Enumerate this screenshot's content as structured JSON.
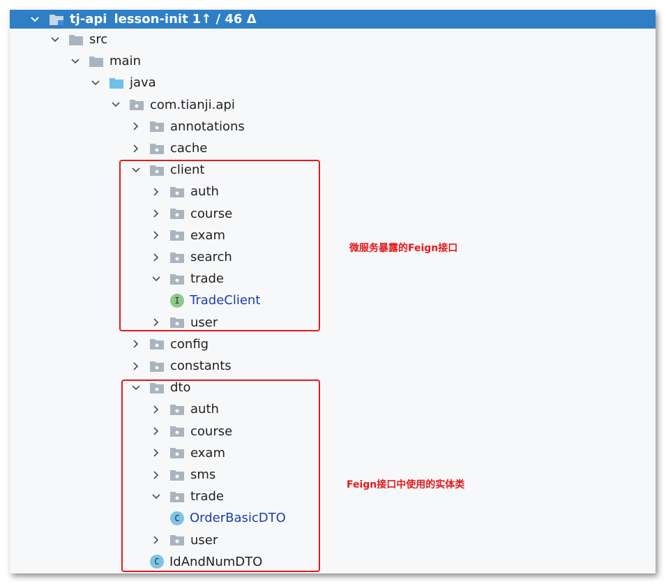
{
  "project": {
    "name": "tj-api",
    "branch": "lesson-init",
    "vcs_status": "1↑ / 46 Δ"
  },
  "tree": [
    {
      "label": "src",
      "expanded": true
    },
    {
      "label": "main",
      "expanded": true
    },
    {
      "label": "java",
      "expanded": true
    },
    {
      "label": "com.tianji.api",
      "expanded": true
    },
    {
      "label": "annotations",
      "expanded": false
    },
    {
      "label": "cache",
      "expanded": false
    },
    {
      "label": "client",
      "expanded": true
    },
    {
      "label": "auth",
      "expanded": false
    },
    {
      "label": "course",
      "expanded": false
    },
    {
      "label": "exam",
      "expanded": false
    },
    {
      "label": "search",
      "expanded": false
    },
    {
      "label": "trade",
      "expanded": true
    },
    {
      "label": "TradeClient",
      "kind": "interface",
      "badge": "I"
    },
    {
      "label": "user",
      "expanded": false
    },
    {
      "label": "config",
      "expanded": false
    },
    {
      "label": "constants",
      "expanded": false
    },
    {
      "label": "dto",
      "expanded": true
    },
    {
      "label": "auth",
      "expanded": false
    },
    {
      "label": "course",
      "expanded": false
    },
    {
      "label": "exam",
      "expanded": false
    },
    {
      "label": "sms",
      "expanded": false
    },
    {
      "label": "trade",
      "expanded": true
    },
    {
      "label": "OrderBasicDTO",
      "kind": "class",
      "badge": "C"
    },
    {
      "label": "user",
      "expanded": false
    },
    {
      "label": "IdAndNumDTO",
      "kind": "class",
      "badge": "C"
    }
  ],
  "annotations": {
    "client_note": "微服务暴露的Feign接口",
    "dto_note": "Feign接口中使用的实体类"
  },
  "colors": {
    "selection": "#2f7fc6",
    "annotation": "#e3191b",
    "class_text": "#1a3ea8"
  }
}
